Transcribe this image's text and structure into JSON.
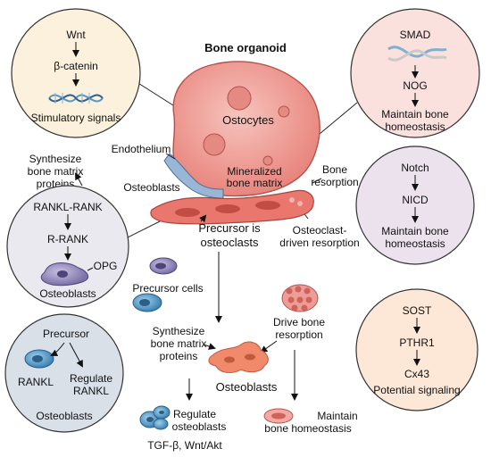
{
  "title": "Bone organoid",
  "organoid": {
    "ostocytes": "Ostocytes",
    "mineralized_line1": "Mineralized",
    "mineralized_line2": "bone matrix",
    "endothelium": "Endothelium",
    "osteoblasts": "Osteoblasts",
    "bone_resorption_line1": "Bone",
    "bone_resorption_line2": "resorption",
    "precursor_is_line1": "Precursor is",
    "precursor_is_line2": "osteoclasts",
    "osteoclast_line1": "Osteoclast-",
    "osteoclast_line2": "driven resorption"
  },
  "wnt_panel": {
    "top": "Wnt",
    "middle": "β-catenin",
    "bottom": "Stimulatory signals"
  },
  "smad_panel": {
    "top": "SMAD",
    "middle": "NOG",
    "bottom_line1": "Maintain bone",
    "bottom_line2": "homeostasis"
  },
  "notch_panel": {
    "top": "Notch",
    "middle": "NICD",
    "bottom_line1": "Maintain bone",
    "bottom_line2": "homeostasis"
  },
  "rank_panel": {
    "top": "RANKL-RANK",
    "middle": "R-RANK",
    "opg": "OPG",
    "bottom": "Osteoblasts"
  },
  "synth_left": {
    "line1": "Synthesize",
    "line2": "bone matrix",
    "line3": "proteins"
  },
  "precursor_panel": {
    "top": "Precursor",
    "rankl": "RANKL",
    "regulate_line1": "Regulate",
    "regulate_line2": "RANKL",
    "bottom": "Osteoblasts"
  },
  "sost_panel": {
    "top": "SOST",
    "middle": "PTHR1",
    "lower": "Cx43",
    "bottom": "Potential signaling"
  },
  "lower_flow": {
    "precursor_cells": "Precursor cells",
    "synth_line1": "Synthesize",
    "synth_line2": "bone matrix",
    "synth_line3": "proteins",
    "drive_line1": "Drive bone",
    "drive_line2": "resorption",
    "osteoblasts": "Osteoblasts",
    "regulate_line1": "Regulate",
    "regulate_line2": "osteoblasts",
    "maintain_line1": "Maintain",
    "maintain_line2": "bone homeostasis",
    "tgf": "TGF-β, Wnt/Akt"
  },
  "colors": {
    "wnt_fill": "#fbf1dc",
    "smad_fill": "#fbe1de",
    "notch_fill": "#ebe2ee",
    "rank_fill": "#e9e9ef",
    "precursor_fill": "#d9e0e8",
    "sost_fill": "#fde8d8",
    "organoid": "#f0a09a",
    "cell_blue": "#4d92bf",
    "cell_purple": "#8a7fb0",
    "cell_orange": "#f08a6a"
  }
}
